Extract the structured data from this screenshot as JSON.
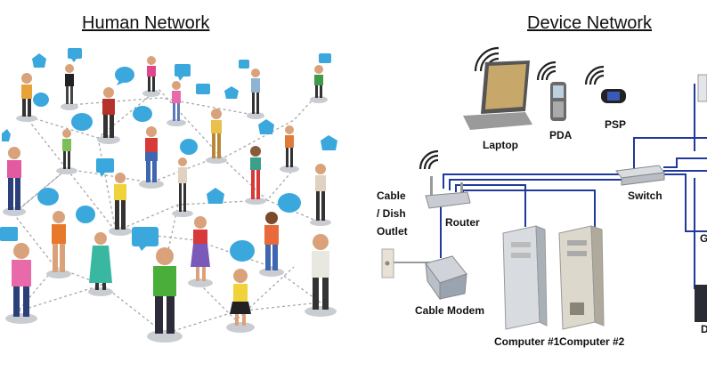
{
  "human_network": {
    "title": "Human Network"
  },
  "device_network": {
    "title": "Device Network",
    "labels": {
      "laptop": "Laptop",
      "pda": "PDA",
      "psp": "PSP",
      "switch": "Switch",
      "router": "Router",
      "cable_outlet_1": "Cable",
      "cable_outlet_2": "/ Dish",
      "cable_outlet_3": "Outlet",
      "cable_modem": "Cable Modem",
      "computer_1": "Computer #1",
      "computer_2": "Computer #2",
      "partial_g": "G",
      "partial_d": "D"
    }
  },
  "colors": {
    "cable_blue": "#1f3a9a",
    "dashed_link": "#a8a8a8",
    "bubble": "#3aa7dd",
    "base_ellipse": "#c9cdd2"
  }
}
